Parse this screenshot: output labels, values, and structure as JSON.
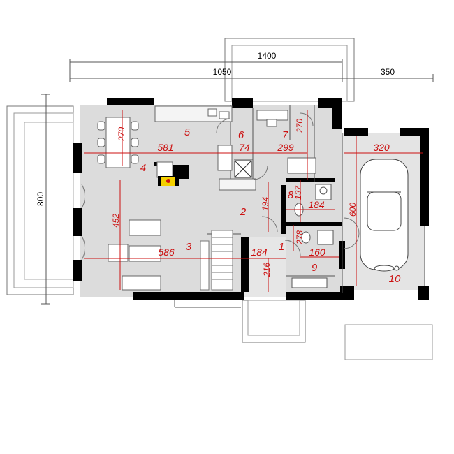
{
  "overall": {
    "total_width": "1400",
    "part_a": "1050",
    "part_b": "350",
    "depth": "800"
  },
  "rooms": [
    {
      "id": "1",
      "label": "1"
    },
    {
      "id": "2",
      "label": "2"
    },
    {
      "id": "3",
      "label": "3"
    },
    {
      "id": "4",
      "label": "4"
    },
    {
      "id": "5",
      "label": "5"
    },
    {
      "id": "6",
      "label": "6"
    },
    {
      "id": "7",
      "label": "7"
    },
    {
      "id": "8",
      "label": "8"
    },
    {
      "id": "9",
      "label": "9"
    },
    {
      "id": "10",
      "label": "10"
    }
  ],
  "dims": {
    "dining_height": "270",
    "kitchen_width": "581",
    "pantry_width": "74",
    "room7_width": "299",
    "room7_height": "270",
    "garage_width": "320",
    "garage_depth": "600",
    "living_depth": "452",
    "living_width": "586",
    "hall_depth": "194",
    "bath_width": "137",
    "bath_depth": "184",
    "wc_depth": "278",
    "entry_width": "184",
    "entry_depth": "216",
    "utility_width": "160"
  },
  "colors": {
    "wall": "#000000",
    "floor": "#dcdcdc",
    "garage_floor": "#e4e4e4",
    "dim_red": "#cc1010",
    "fireplace": "#f4d000"
  }
}
